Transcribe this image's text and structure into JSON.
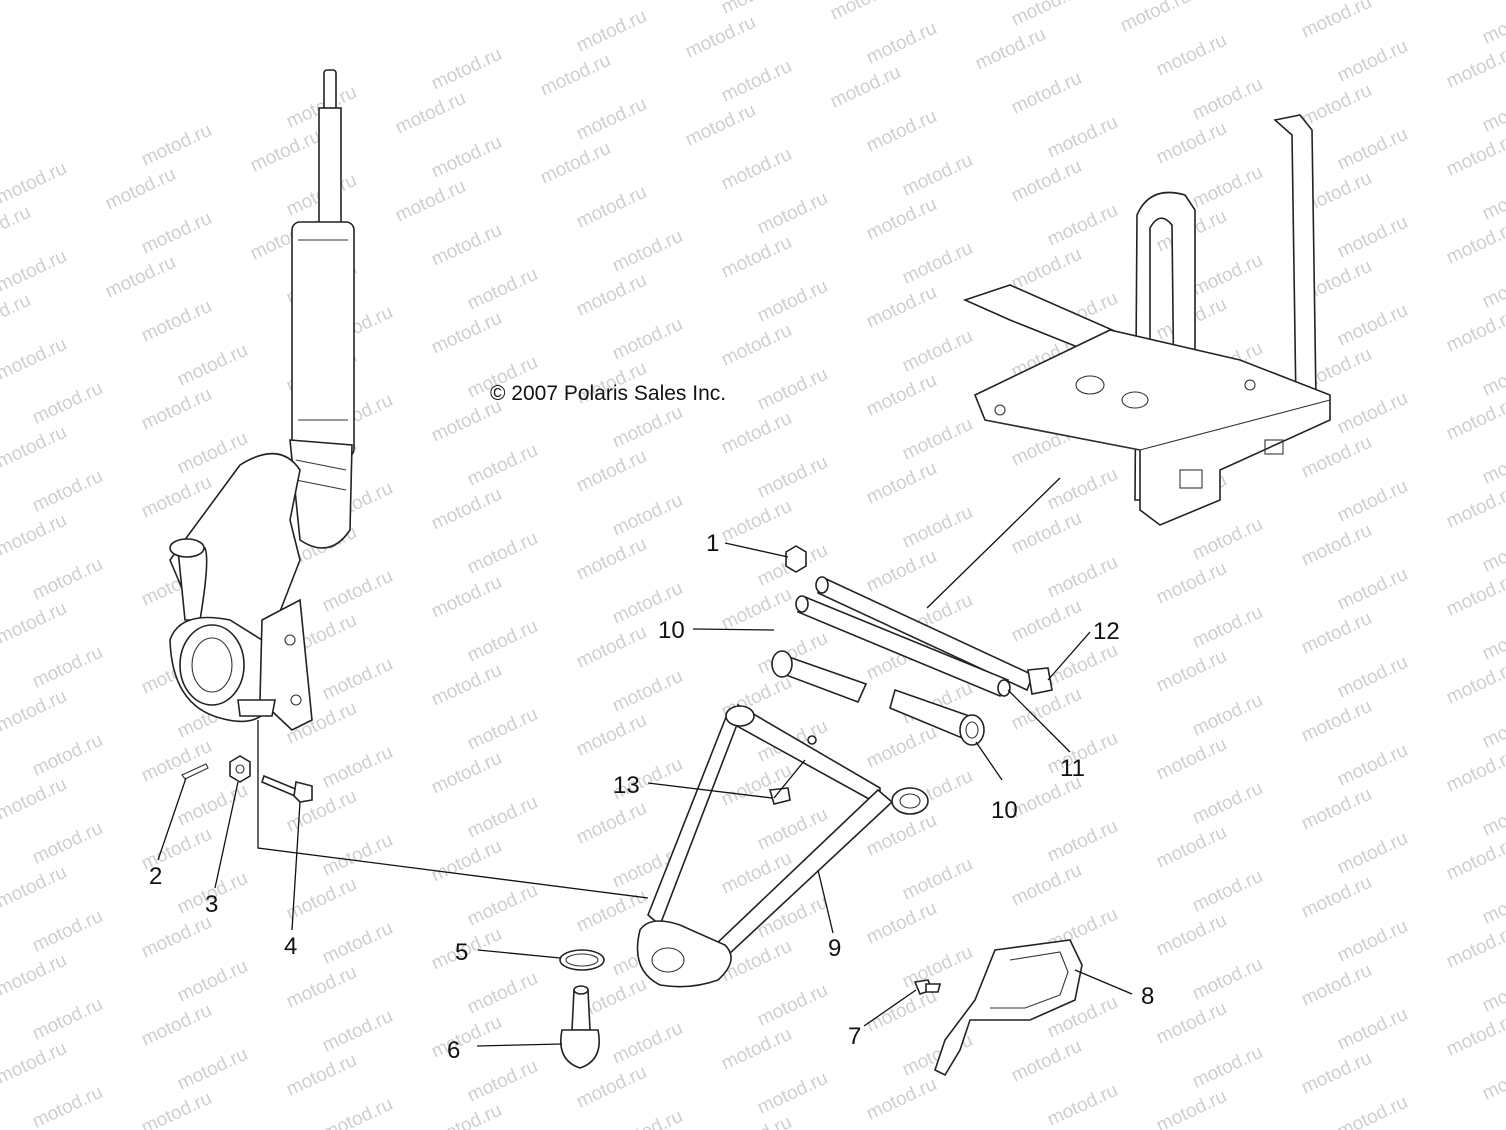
{
  "copyright": "© 2007 Polaris Sales Inc.",
  "watermark_text": "motod.ru",
  "callouts": [
    {
      "id": "c1",
      "label": "1"
    },
    {
      "id": "c2",
      "label": "2"
    },
    {
      "id": "c3",
      "label": "3"
    },
    {
      "id": "c4",
      "label": "4"
    },
    {
      "id": "c5",
      "label": "5"
    },
    {
      "id": "c6",
      "label": "6"
    },
    {
      "id": "c7",
      "label": "7"
    },
    {
      "id": "c8",
      "label": "8"
    },
    {
      "id": "c9",
      "label": "9"
    },
    {
      "id": "c10a",
      "label": "10"
    },
    {
      "id": "c10b",
      "label": "10"
    },
    {
      "id": "c11",
      "label": "11"
    },
    {
      "id": "c12",
      "label": "12"
    },
    {
      "id": "c13",
      "label": "13"
    }
  ],
  "colors": {
    "line": "#222222",
    "watermark": "#cfcfcf",
    "background": "#ffffff"
  }
}
